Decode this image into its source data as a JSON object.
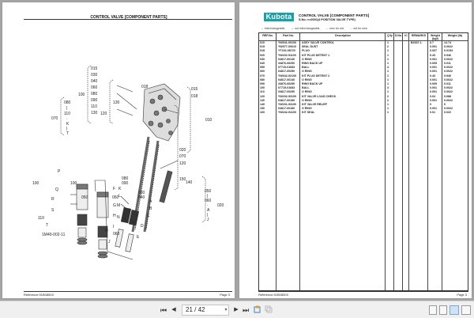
{
  "left_page": {
    "title": "CONTROL VALVE [COMPONENT PARTS]",
    "reference": "Reference:01B08503",
    "page": "Page 3",
    "diagram_id": "1M40-002-11",
    "labels": {
      "group_100": [
        "015",
        "030",
        "040",
        "060",
        "080",
        "090",
        "110",
        "130"
      ],
      "group_100_ref": "100",
      "group_070": [
        "080",
        "|",
        "110",
        "·",
        "K",
        "|",
        "T"
      ],
      "group_070_ref": "070",
      "group_120_ref": "120",
      "label_130": "130",
      "top_015": "015",
      "top_018": "018",
      "left_018": "018",
      "right_010": "010",
      "mid_020": "020",
      "mid_070": "070",
      "mid_120": "120",
      "mid_140": "140",
      "mid_150": "150",
      "group_050": [
        "050",
        "|",
        "060",
        "·",
        "A",
        "|",
        "J"
      ],
      "group_050_ref": "020",
      "letters": {
        "P": "P",
        "Q": "Q",
        "R": "R",
        "S": "S",
        "T": "T",
        "F": "F",
        "G": "G",
        "H": "H",
        "I": "I",
        "J": "J",
        "K": "K",
        "L": "L",
        "M": "M",
        "N": "N",
        "O": "O",
        "A": "A",
        "B": "B",
        "C": "C",
        "D": "D",
        "E": "E"
      },
      "n100a": "100",
      "n100b": "100",
      "n110": "110",
      "n050a": "050",
      "n050b": "050",
      "n060": "060",
      "n080": "080",
      "n090": "090",
      "n030": "030",
      "n040": "040"
    }
  },
  "right_page": {
    "brand": "Kubota",
    "title": "CONTROL VALVE [COMPONENT PARTS]",
    "subtitle": "S.No.:>=0001(4 POSITION VALVE TYPE)",
    "legend": [
      "↔ Interchangeable,",
      "↔ not interchangeable,",
      "← new for old,",
      "→ old for new"
    ],
    "columns": [
      "REF.No.",
      "Part No.",
      "Description",
      "Q'ty",
      "S.No.",
      "IC",
      "REMARKS",
      "Weight (kgf)",
      "Weight (lb)"
    ],
    "rows": [
      {
        "ref": "010",
        "part": "YW041-00100",
        "desc": "ASSY VALVE CONTROL",
        "qty": "1",
        "sno": "",
        "ic": "",
        "remarks": "B2007-1",
        "kgf": "6.7",
        "lb": "14.74"
      },
      {
        "ref": "015",
        "part": "YW077-00610",
        "desc": "SEAL DUST",
        "qty": "2",
        "sno": "",
        "ic": "",
        "remarks": "",
        "kgf": "0.001",
        "lb": "0.0022"
      },
      {
        "ref": "018",
        "part": "YT232-08720",
        "desc": "PLUG",
        "qty": "1",
        "sno": "",
        "ic": "",
        "remarks": "",
        "kgf": "0.007",
        "lb": "0.0154"
      },
      {
        "ref": "020",
        "part": "YW232-91100",
        "desc": "KIT PLUG DETENT 1",
        "qty": "1",
        "sno": "",
        "ic": "",
        "remarks": "",
        "kgf": "0.43",
        "lb": "0.946"
      },
      {
        "ref": "030",
        "part": "04817-00140",
        "desc": "O RING",
        "qty": "1",
        "sno": "",
        "ic": "",
        "remarks": "",
        "kgf": "0.001",
        "lb": "0.0022"
      },
      {
        "ref": "040",
        "part": "34876-66250",
        "desc": "RING BACK UP",
        "qty": "1",
        "sno": "",
        "ic": "",
        "remarks": "",
        "kgf": "0.005",
        "lb": "0.011"
      },
      {
        "ref": "050",
        "part": "07715-01683",
        "desc": "BALL",
        "qty": "4",
        "sno": "",
        "ic": "",
        "remarks": "",
        "kgf": "0.001",
        "lb": "0.0022"
      },
      {
        "ref": "060",
        "part": "04817-00250",
        "desc": "O RING",
        "qty": "1",
        "sno": "",
        "ic": "",
        "remarks": "",
        "kgf": "0.001",
        "lb": "0.0022"
      },
      {
        "ref": "070",
        "part": "YW042-92100",
        "desc": "KIT PLUG DETENT 2",
        "qty": "1",
        "sno": "",
        "ic": "",
        "remarks": "",
        "kgf": "0.43",
        "lb": "0.946"
      },
      {
        "ref": "080",
        "part": "04817-00140",
        "desc": "O RING",
        "qty": "1",
        "sno": "",
        "ic": "",
        "remarks": "",
        "kgf": "0.001",
        "lb": "0.0022"
      },
      {
        "ref": "090",
        "part": "34876-66250",
        "desc": "RING BACK UP",
        "qty": "1",
        "sno": "",
        "ic": "",
        "remarks": "",
        "kgf": "0.005",
        "lb": "0.011"
      },
      {
        "ref": "100",
        "part": "07715-01683",
        "desc": "BALL",
        "qty": "4",
        "sno": "",
        "ic": "",
        "remarks": "",
        "kgf": "0.001",
        "lb": "0.0022"
      },
      {
        "ref": "110",
        "part": "04817-00250",
        "desc": "O RING",
        "qty": "1",
        "sno": "",
        "ic": "",
        "remarks": "",
        "kgf": "0.001",
        "lb": "0.0022"
      },
      {
        "ref": "120",
        "part": "YW232-93100",
        "desc": "KIT VALVE LOAD CHECK",
        "qty": "2",
        "sno": "",
        "ic": "",
        "remarks": "",
        "kgf": "0.04",
        "lb": "0.088"
      },
      {
        "ref": "130",
        "part": "04817-00180",
        "desc": "O RING",
        "qty": "2",
        "sno": "",
        "ic": "",
        "remarks": "",
        "kgf": "0.001",
        "lb": "0.0022"
      },
      {
        "ref": "140",
        "part": "YW231-93100",
        "desc": "KIT VALVE RELIEF",
        "qty": "1",
        "sno": "",
        "ic": "",
        "remarks": "",
        "kgf": "0",
        "lb": "0"
      },
      {
        "ref": "150",
        "part": "04817-00180",
        "desc": "O RING",
        "qty": "1",
        "sno": "",
        "ic": "",
        "remarks": "",
        "kgf": "0.001",
        "lb": "0.0022"
      },
      {
        "ref": "160",
        "part": "YW242-94100",
        "desc": "KIT SEAL",
        "qty": "1",
        "sno": "",
        "ic": "",
        "remarks": "",
        "kgf": "0.01",
        "lb": "0.022"
      }
    ],
    "reference": "Reference:01B08503",
    "page": "Page 3"
  },
  "toolbar": {
    "first_page_icon": "first-page-icon",
    "prev_page_icon": "prev-page-icon",
    "page_value": "21 / 42",
    "dropdown_icon": "chevron-down-icon",
    "next_page_icon": "next-page-icon",
    "last_page_icon": "last-page-icon",
    "glyph_first": "⏮",
    "glyph_prev": "◀",
    "glyph_next": "▶",
    "glyph_last": "⏭",
    "glyph_dd": "▾",
    "view_modes": [
      "single-page",
      "continuous",
      "two-page",
      "two-page-continuous"
    ],
    "active_view": "two-page"
  }
}
